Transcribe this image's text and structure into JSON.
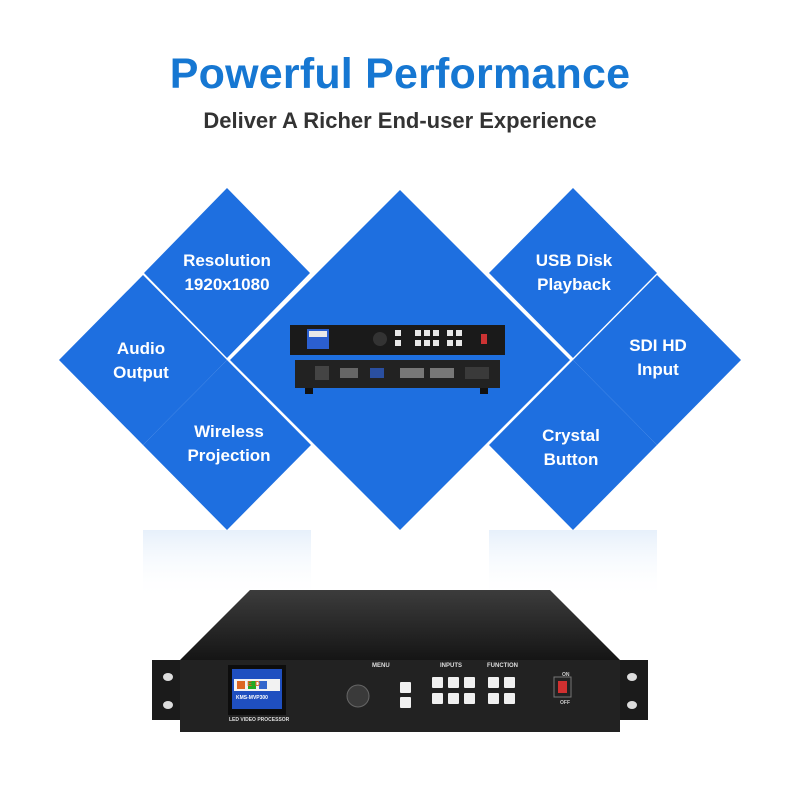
{
  "header": {
    "title": "Powerful Performance",
    "subtitle": "Deliver A Richer End-user Experience"
  },
  "colors": {
    "accent": "#1677d2",
    "tile": "#1e6fe0",
    "text_dark": "#333333"
  },
  "features": [
    {
      "line1": "Resolution",
      "line2": "1920x1080"
    },
    {
      "line1": "Audio",
      "line2": "Output"
    },
    {
      "line1": "Wireless",
      "line2": "Projection"
    },
    {
      "line1": "USB Disk",
      "line2": "Playback"
    },
    {
      "line1": "SDI HD",
      "line2": "Input"
    },
    {
      "line1": "Crystal",
      "line2": "Button"
    }
  ],
  "device": {
    "menu_label": "MENU",
    "inputs_label": "INPUTS",
    "function_label": "FUNCTION",
    "on_label": "ON",
    "off_label": "OFF",
    "screen_text": "LED",
    "screen_model": "KMS-MVP300",
    "panel_caption": "LED VIDEO PROCESSOR"
  }
}
